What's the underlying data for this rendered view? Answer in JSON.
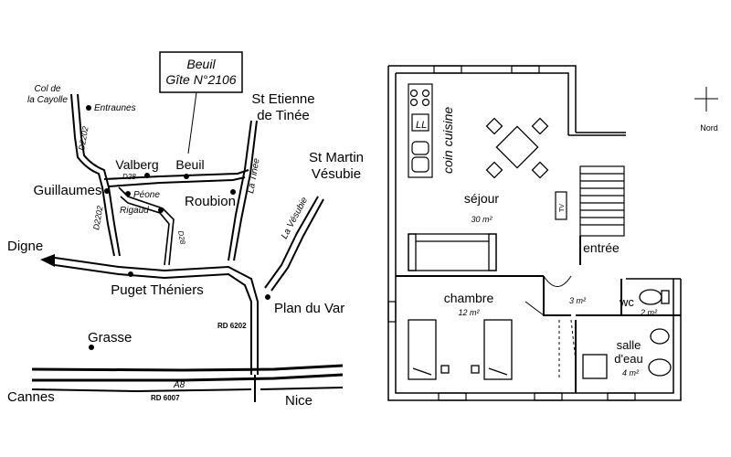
{
  "map": {
    "title_box": {
      "line1": "Beuil",
      "line2": "Gîte N°2106"
    },
    "places": {
      "col": [
        "Col de",
        "la Cayolle"
      ],
      "entraunes": "Entraunes",
      "st_etienne": [
        "St Etienne",
        "de Tinée"
      ],
      "st_martin": [
        "St Martin",
        "Vésubie"
      ],
      "valberg": "Valberg",
      "beuil": "Beuil",
      "guillaumes": "Guillaumes",
      "peone": "Péone",
      "rigaud": "Rigaud",
      "roubion": "Roubion",
      "digne": "Digne",
      "puget": "Puget Théniers",
      "plan_du_var": "Plan du Var",
      "grasse": "Grasse",
      "cannes": "Cannes",
      "nice": "Nice"
    },
    "roads": {
      "d2202_top": "D2202",
      "d2202_low": "D2202",
      "d28_top": "D28",
      "d28_low": "D28",
      "la_tinee": "La Tinée",
      "la_vesubie": "La Vésubie",
      "rd6202": "RD 6202",
      "a8": "A8",
      "rd6007": "RD 6007"
    }
  },
  "plan": {
    "north": "Nord",
    "rooms": {
      "coin_cuisine": "coin cuisine",
      "ll": "LL",
      "sejour": "séjour",
      "sejour_area": "30 m²",
      "tv": "TV",
      "entree": "entrée",
      "chambre": "chambre",
      "chambre_area": "12 m²",
      "hall_area": "3 m²",
      "wc": "wc",
      "wc_area": "2 m²",
      "salle_line1": "salle",
      "salle_line2": "d'eau",
      "salle_area": "4 m²"
    }
  }
}
